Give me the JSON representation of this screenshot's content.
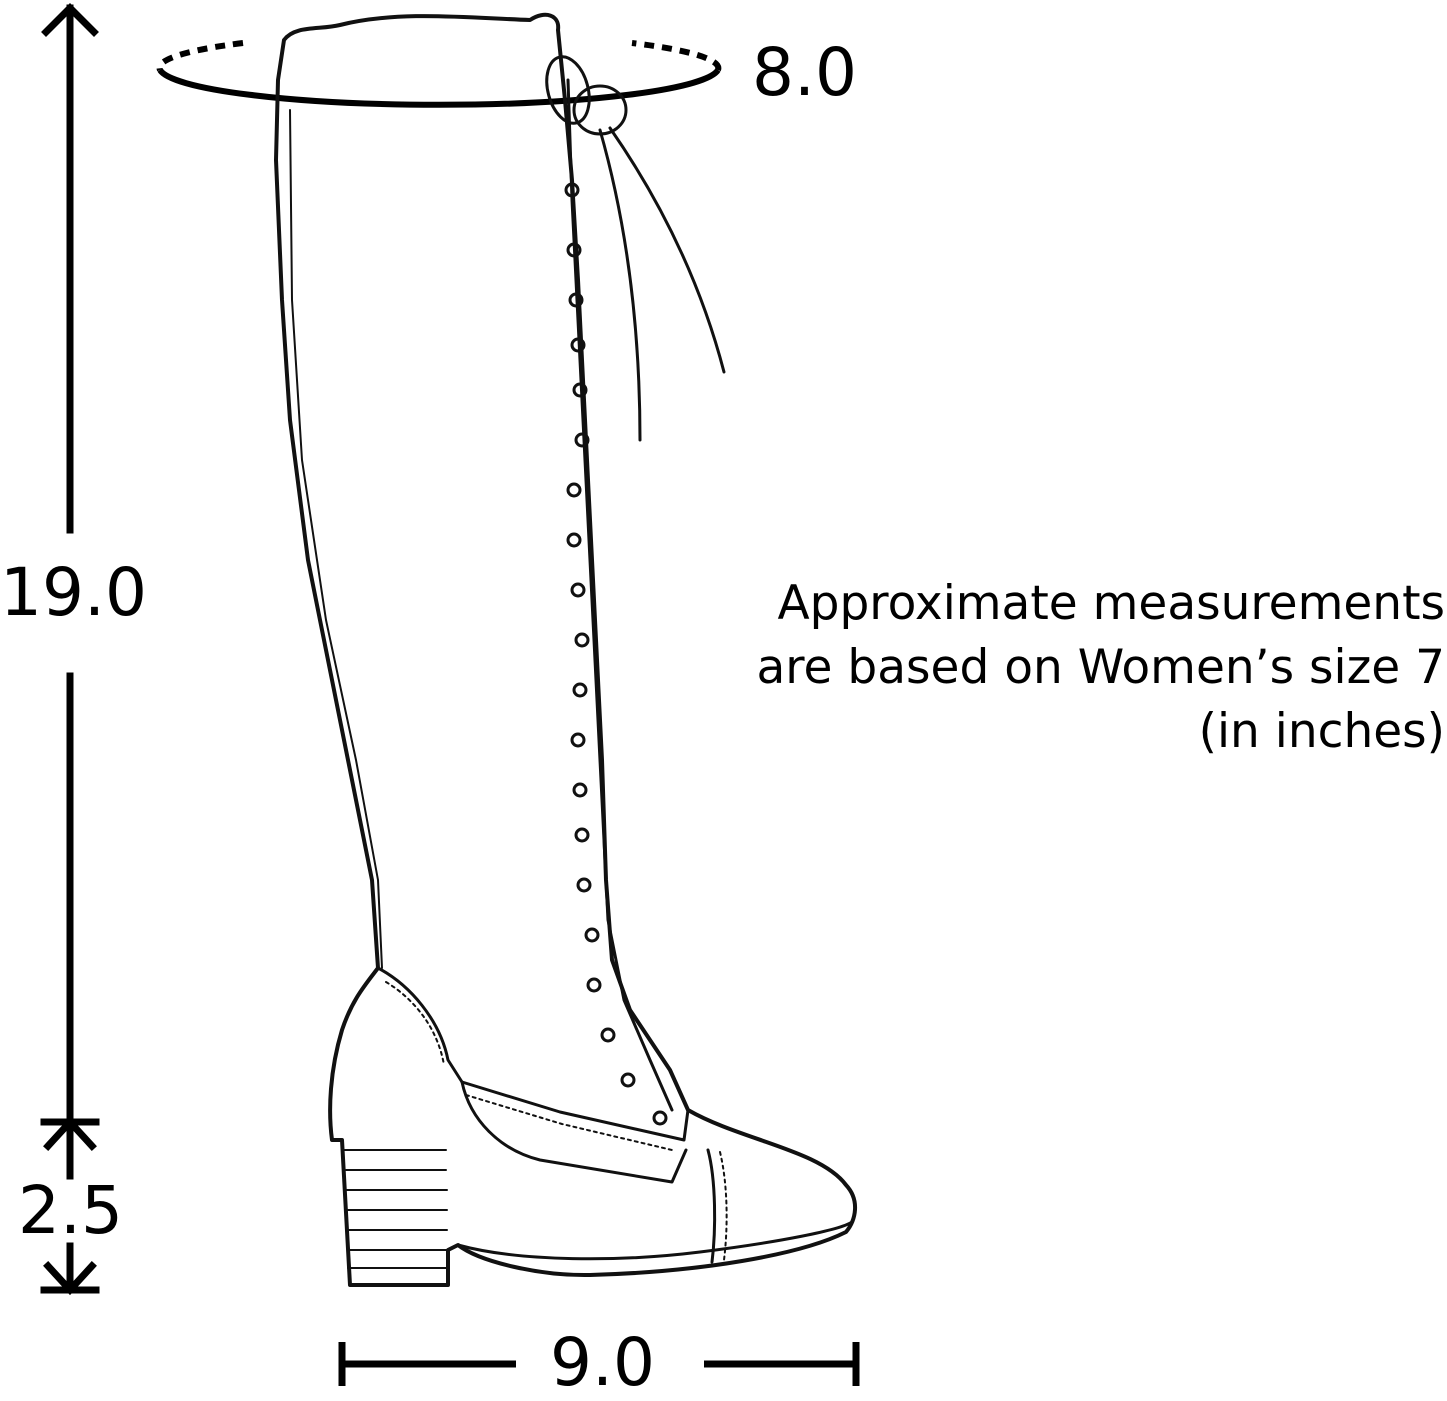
{
  "dimensions": {
    "shaft_circumference": "8.0",
    "shaft_height": "19.0",
    "heel_height": "2.5",
    "width": "9.0"
  },
  "note": {
    "line1": "Approximate measurements",
    "line2": "are based on Women’s size 7",
    "line3": "(in inches)"
  },
  "colors": {
    "ink": "#000000",
    "background": "#ffffff"
  },
  "icons": {
    "circumference_ring": "ellipse-ring-icon",
    "arrowheads": "chevron-arrow-icon"
  }
}
